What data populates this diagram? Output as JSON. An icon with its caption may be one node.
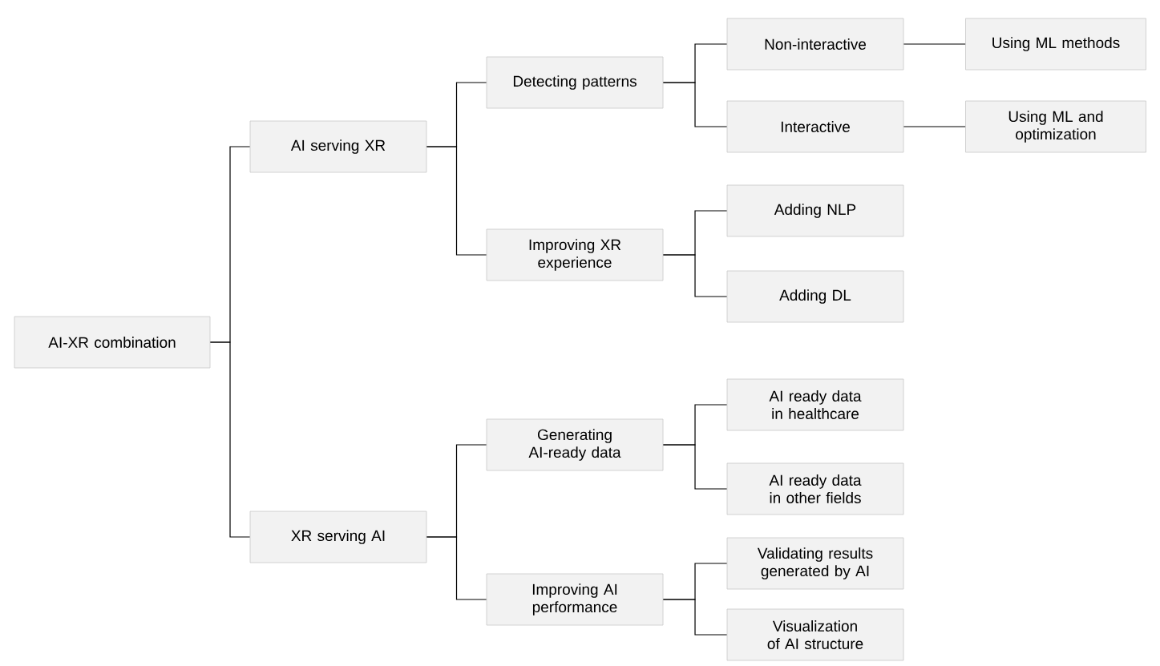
{
  "diagram": {
    "nodes": [
      {
        "text": [
          "AI-XR combination"
        ]
      },
      {
        "text": [
          "AI serving XR"
        ]
      },
      {
        "text": [
          "XR serving AI"
        ]
      },
      {
        "text": [
          "Detecting patterns"
        ]
      },
      {
        "text": [
          "Improving XR experience"
        ]
      },
      {
        "text": [
          "Generating AI-ready data"
        ]
      },
      {
        "text": [
          "Improving AI performance"
        ]
      },
      {
        "text": [
          "Non-interactive"
        ]
      },
      {
        "text": [
          "Interactive"
        ]
      },
      {
        "text": [
          "Using ML methods"
        ]
      },
      {
        "text": [
          "Using ML and optimization"
        ]
      },
      {
        "text": [
          "Adding NLP"
        ]
      },
      {
        "text": [
          "Adding DL"
        ]
      },
      {
        "text": [
          "AI ready data in healthcare"
        ]
      },
      {
        "text": [
          "AI ready data in other fields"
        ]
      },
      {
        "text": [
          "Validating results generated by AI"
        ]
      },
      {
        "text": [
          "Visualization of AI structure"
        ]
      }
    ],
    "edges": [
      {
        "from": 0,
        "to": 1,
        "arrow": "none"
      },
      {
        "from": 0,
        "to": 2,
        "arrow": "none"
      },
      {
        "from": 1,
        "to": 3,
        "arrow": "none"
      },
      {
        "from": 1,
        "to": 4,
        "arrow": "none"
      },
      {
        "from": 2,
        "to": 5,
        "arrow": "none"
      },
      {
        "from": 2,
        "to": 6,
        "arrow": "none"
      },
      {
        "from": 3,
        "to": 7,
        "arrow": "none"
      },
      {
        "from": 3,
        "to": 8,
        "arrow": "none"
      },
      {
        "from": 7,
        "to": 9,
        "arrow": "none"
      },
      {
        "from": 8,
        "to": 10,
        "arrow": "none"
      },
      {
        "from": 4,
        "to": 11,
        "arrow": "none"
      },
      {
        "from": 4,
        "to": 12,
        "arrow": "none"
      },
      {
        "from": 5,
        "to": 13,
        "arrow": "none"
      },
      {
        "from": 5,
        "to": 14,
        "arrow": "none"
      },
      {
        "from": 6,
        "to": 15,
        "arrow": "none"
      },
      {
        "from": 6,
        "to": 16,
        "arrow": "none"
      }
    ]
  }
}
